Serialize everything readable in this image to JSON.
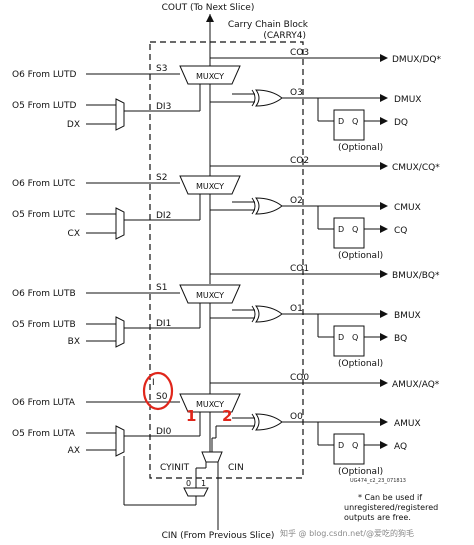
{
  "title_cout": "COUT (To Next Slice)",
  "block_title": "Carry Chain Block",
  "block_subtitle": "(CARRY4)",
  "bottom_cin": "CIN (From Previous Slice)",
  "note": "* Can be used if unregistered/registered outputs are free.",
  "note_lines": [
    "* Can be used if",
    "unregistered/registered",
    "outputs are free."
  ],
  "figure_id": "UG474_c2_23_071813",
  "watermark": "知乎 @ blog.csdn.net/@爱吃的狗毛",
  "stages": [
    {
      "o6": "O6 From LUTD",
      "o5": "O5 From LUTD",
      "dx": "DX",
      "sel": "S3",
      "di": "DI3",
      "mux": "MUXCY",
      "co": "CO3",
      "o": "O3",
      "out_mux": "DMUX/DQ*",
      "xor_out": "DMUX",
      "ff_q": "DQ",
      "ff_d": "D",
      "ff_qpin": "Q",
      "optional": "(Optional)"
    },
    {
      "o6": "O6 From LUTC",
      "o5": "O5 From LUTC",
      "dx": "CX",
      "sel": "S2",
      "di": "DI2",
      "mux": "MUXCY",
      "co": "CO2",
      "o": "O2",
      "out_mux": "CMUX/CQ*",
      "xor_out": "CMUX",
      "ff_q": "CQ",
      "ff_d": "D",
      "ff_qpin": "Q",
      "optional": "(Optional)"
    },
    {
      "o6": "O6 From LUTB",
      "o5": "O5 From LUTB",
      "dx": "BX",
      "sel": "S1",
      "di": "DI1",
      "mux": "MUXCY",
      "co": "CO1",
      "o": "O1",
      "out_mux": "BMUX/BQ*",
      "xor_out": "BMUX",
      "ff_q": "BQ",
      "ff_d": "D",
      "ff_qpin": "Q",
      "optional": "(Optional)"
    },
    {
      "o6": "O6 From LUTA",
      "o5": "O5 From LUTA",
      "dx": "AX",
      "sel": "S0",
      "di": "DI0",
      "mux": "MUXCY",
      "co": "CO0",
      "o": "O0",
      "out_mux": "AMUX/AQ*",
      "xor_out": "AMUX",
      "ff_q": "AQ",
      "ff_d": "D",
      "ff_qpin": "Q",
      "optional": "(Optional)"
    }
  ],
  "cyinit": "CYINIT",
  "cin": "CIN",
  "const0": "0",
  "const1": "1",
  "annot_1": "1",
  "annot_2": "2",
  "annot_color": "#e0261b"
}
